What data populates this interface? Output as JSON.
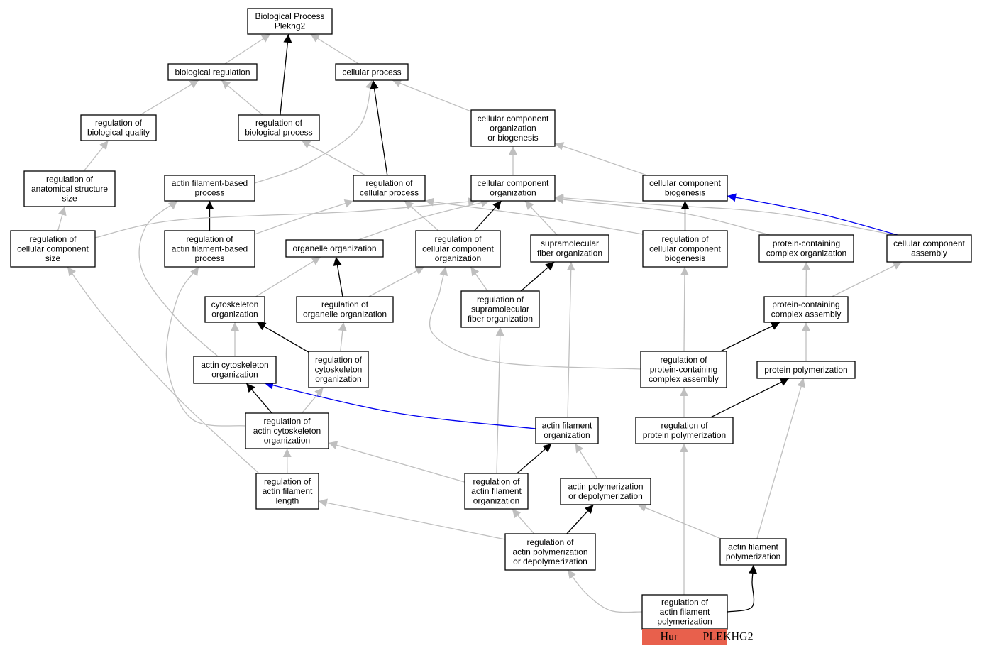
{
  "nodes": [
    {
      "id": "root",
      "lines": [
        "Biological Process",
        "Plekhg2"
      ]
    },
    {
      "id": "biological-regulation",
      "lines": [
        "biological regulation"
      ]
    },
    {
      "id": "cellular-process",
      "lines": [
        "cellular process"
      ]
    },
    {
      "id": "regulation-of-biological-quality",
      "lines": [
        "regulation of",
        "biological quality"
      ]
    },
    {
      "id": "regulation-of-biological-process",
      "lines": [
        "regulation of",
        "biological process"
      ]
    },
    {
      "id": "cellular-component-organization-or-biogenesis",
      "lines": [
        "cellular component",
        "organization",
        "or biogenesis"
      ]
    },
    {
      "id": "regulation-of-anatomical-structure-size",
      "lines": [
        "regulation of",
        "anatomical structure",
        "size"
      ]
    },
    {
      "id": "actin-filament-based-process",
      "lines": [
        "actin filament-based",
        "process"
      ]
    },
    {
      "id": "regulation-of-cellular-process",
      "lines": [
        "regulation of",
        "cellular process"
      ]
    },
    {
      "id": "cellular-component-organization",
      "lines": [
        "cellular component",
        "organization"
      ]
    },
    {
      "id": "cellular-component-biogenesis",
      "lines": [
        "cellular component",
        "biogenesis"
      ]
    },
    {
      "id": "regulation-of-cellular-component-size",
      "lines": [
        "regulation of",
        "cellular component",
        "size"
      ]
    },
    {
      "id": "regulation-of-actin-filament-based-process",
      "lines": [
        "regulation of",
        "actin filament-based",
        "process"
      ]
    },
    {
      "id": "organelle-organization",
      "lines": [
        "organelle organization"
      ]
    },
    {
      "id": "regulation-of-cellular-component-organization",
      "lines": [
        "regulation of",
        "cellular component",
        "organization"
      ]
    },
    {
      "id": "supramolecular-fiber-organization",
      "lines": [
        "supramolecular",
        "fiber organization"
      ]
    },
    {
      "id": "regulation-of-cellular-component-biogenesis",
      "lines": [
        "regulation of",
        "cellular component",
        "biogenesis"
      ]
    },
    {
      "id": "protein-containing-complex-organization",
      "lines": [
        "protein-containing",
        "complex organization"
      ]
    },
    {
      "id": "cellular-component-assembly",
      "lines": [
        "cellular component",
        "assembly"
      ]
    },
    {
      "id": "cytoskeleton-organization",
      "lines": [
        "cytoskeleton",
        "organization"
      ]
    },
    {
      "id": "regulation-of-organelle-organization",
      "lines": [
        "regulation of",
        "organelle organization"
      ]
    },
    {
      "id": "regulation-of-supramolecular-fiber-organization",
      "lines": [
        "regulation of",
        "supramolecular",
        "fiber organization"
      ]
    },
    {
      "id": "protein-containing-complex-assembly",
      "lines": [
        "protein-containing",
        "complex assembly"
      ]
    },
    {
      "id": "actin-cytoskeleton-organization",
      "lines": [
        "actin cytoskeleton",
        "organization"
      ]
    },
    {
      "id": "regulation-of-cytoskeleton-organization",
      "lines": [
        "regulation of",
        "cytoskeleton",
        "organization"
      ]
    },
    {
      "id": "regulation-of-protein-containing-complex-assembly",
      "lines": [
        "regulation of",
        "protein-containing",
        "complex assembly"
      ]
    },
    {
      "id": "protein-polymerization",
      "lines": [
        "protein polymerization"
      ]
    },
    {
      "id": "regulation-of-actin-cytoskeleton-organization",
      "lines": [
        "regulation of",
        "actin cytoskeleton",
        "organization"
      ]
    },
    {
      "id": "actin-filament-organization",
      "lines": [
        "actin filament",
        "organization"
      ]
    },
    {
      "id": "regulation-of-protein-polymerization",
      "lines": [
        "regulation of",
        "protein polymerization"
      ]
    },
    {
      "id": "regulation-of-actin-filament-length",
      "lines": [
        "regulation of",
        "actin filament",
        "length"
      ]
    },
    {
      "id": "regulation-of-actin-filament-organization",
      "lines": [
        "regulation of",
        "actin filament",
        "organization"
      ]
    },
    {
      "id": "actin-polymerization-or-depolymerization",
      "lines": [
        "actin polymerization",
        "or depolymerization"
      ]
    },
    {
      "id": "regulation-of-actin-polymerization-or-depolymerization",
      "lines": [
        "regulation of",
        "actin polymerization",
        "or depolymerization"
      ]
    },
    {
      "id": "actin-filament-polymerization",
      "lines": [
        "actin filament",
        "polymerization"
      ]
    },
    {
      "id": "regulation-of-actin-filament-polymerization",
      "lines": [
        "regulation of",
        "actin filament",
        "polymerization"
      ]
    }
  ],
  "annotation": {
    "node": "regulation-of-actin-filament-polymerization",
    "species": "Human",
    "gene": "PLEKHG2",
    "color": "#e8604c"
  },
  "edge_colors": {
    "is_a": "#bfbfbf",
    "part_of_or_regulates": "#000000",
    "positively_regulates": "#0000ee"
  },
  "edges": [
    {
      "from": "biological-regulation",
      "to": "root",
      "type": "gray"
    },
    {
      "from": "cellular-process",
      "to": "root",
      "type": "gray"
    },
    {
      "from": "regulation-of-biological-process",
      "to": "root",
      "type": "black"
    },
    {
      "from": "regulation-of-biological-quality",
      "to": "biological-regulation",
      "type": "gray"
    },
    {
      "from": "regulation-of-biological-process",
      "to": "biological-regulation",
      "type": "gray"
    },
    {
      "from": "cellular-component-organization-or-biogenesis",
      "to": "cellular-process",
      "type": "gray"
    },
    {
      "from": "actin-filament-based-process",
      "to": "cellular-process",
      "type": "gray"
    },
    {
      "from": "regulation-of-cellular-process",
      "to": "cellular-process",
      "type": "black"
    },
    {
      "from": "regulation-of-anatomical-structure-size",
      "to": "regulation-of-biological-quality",
      "type": "gray"
    },
    {
      "from": "regulation-of-cellular-process",
      "to": "regulation-of-biological-process",
      "type": "gray"
    },
    {
      "from": "cellular-component-organization",
      "to": "cellular-component-organization-or-biogenesis",
      "type": "gray"
    },
    {
      "from": "cellular-component-biogenesis",
      "to": "cellular-component-organization-or-biogenesis",
      "type": "gray"
    },
    {
      "from": "regulation-of-cellular-component-size",
      "to": "regulation-of-anatomical-structure-size",
      "type": "gray"
    },
    {
      "from": "regulation-of-actin-filament-based-process",
      "to": "actin-filament-based-process",
      "type": "black"
    },
    {
      "from": "regulation-of-actin-filament-based-process",
      "to": "regulation-of-cellular-process",
      "type": "gray"
    },
    {
      "from": "regulation-of-cellular-component-organization",
      "to": "regulation-of-cellular-process",
      "type": "gray"
    },
    {
      "from": "regulation-of-cellular-component-biogenesis",
      "to": "regulation-of-cellular-process",
      "type": "gray"
    },
    {
      "from": "regulation-of-cellular-component-size",
      "to": "cellular-component-organization",
      "type": "gray"
    },
    {
      "from": "organelle-organization",
      "to": "cellular-component-organization",
      "type": "gray"
    },
    {
      "from": "regulation-of-cellular-component-organization",
      "to": "cellular-component-organization",
      "type": "black"
    },
    {
      "from": "supramolecular-fiber-organization",
      "to": "cellular-component-organization",
      "type": "gray"
    },
    {
      "from": "protein-containing-complex-organization",
      "to": "cellular-component-organization",
      "type": "gray"
    },
    {
      "from": "cellular-component-assembly",
      "to": "cellular-component-organization",
      "type": "gray"
    },
    {
      "from": "regulation-of-cellular-component-biogenesis",
      "to": "cellular-component-biogenesis",
      "type": "black"
    },
    {
      "from": "cellular-component-assembly",
      "to": "cellular-component-biogenesis",
      "type": "blue"
    },
    {
      "from": "cytoskeleton-organization",
      "to": "organelle-organization",
      "type": "gray"
    },
    {
      "from": "regulation-of-organelle-organization",
      "to": "organelle-organization",
      "type": "black"
    },
    {
      "from": "regulation-of-organelle-organization",
      "to": "regulation-of-cellular-component-organization",
      "type": "gray"
    },
    {
      "from": "regulation-of-supramolecular-fiber-organization",
      "to": "regulation-of-cellular-component-organization",
      "type": "gray"
    },
    {
      "from": "regulation-of-protein-containing-complex-assembly",
      "to": "regulation-of-cellular-component-organization",
      "type": "gray"
    },
    {
      "from": "regulation-of-supramolecular-fiber-organization",
      "to": "supramolecular-fiber-organization",
      "type": "black"
    },
    {
      "from": "actin-filament-organization",
      "to": "supramolecular-fiber-organization",
      "type": "gray"
    },
    {
      "from": "regulation-of-protein-containing-complex-assembly",
      "to": "regulation-of-cellular-component-biogenesis",
      "type": "gray"
    },
    {
      "from": "protein-containing-complex-assembly",
      "to": "protein-containing-complex-organization",
      "type": "gray"
    },
    {
      "from": "protein-containing-complex-assembly",
      "to": "cellular-component-assembly",
      "type": "gray"
    },
    {
      "from": "actin-cytoskeleton-organization",
      "to": "cytoskeleton-organization",
      "type": "gray"
    },
    {
      "from": "regulation-of-cytoskeleton-organization",
      "to": "cytoskeleton-organization",
      "type": "black"
    },
    {
      "from": "actin-cytoskeleton-organization",
      "to": "actin-filament-based-process",
      "type": "gray"
    },
    {
      "from": "regulation-of-cytoskeleton-organization",
      "to": "regulation-of-organelle-organization",
      "type": "gray"
    },
    {
      "from": "regulation-of-actin-filament-organization",
      "to": "regulation-of-supramolecular-fiber-organization",
      "type": "gray"
    },
    {
      "from": "regulation-of-protein-containing-complex-assembly",
      "to": "protein-containing-complex-assembly",
      "type": "black"
    },
    {
      "from": "protein-polymerization",
      "to": "protein-containing-complex-assembly",
      "type": "gray"
    },
    {
      "from": "regulation-of-actin-cytoskeleton-organization",
      "to": "actin-cytoskeleton-organization",
      "type": "black"
    },
    {
      "from": "actin-filament-organization",
      "to": "actin-cytoskeleton-organization",
      "type": "blue"
    },
    {
      "from": "regulation-of-actin-cytoskeleton-organization",
      "to": "regulation-of-cytoskeleton-organization",
      "type": "gray"
    },
    {
      "from": "regulation-of-actin-cytoskeleton-organization",
      "to": "regulation-of-actin-filament-based-process",
      "type": "gray"
    },
    {
      "from": "regulation-of-protein-polymerization",
      "to": "regulation-of-protein-containing-complex-assembly",
      "type": "gray"
    },
    {
      "from": "regulation-of-protein-polymerization",
      "to": "protein-polymerization",
      "type": "black"
    },
    {
      "from": "actin-filament-polymerization",
      "to": "protein-polymerization",
      "type": "gray"
    },
    {
      "from": "regulation-of-actin-filament-length",
      "to": "regulation-of-actin-cytoskeleton-organization",
      "type": "gray"
    },
    {
      "from": "regulation-of-actin-filament-organization",
      "to": "regulation-of-actin-cytoskeleton-organization",
      "type": "gray"
    },
    {
      "from": "regulation-of-actin-filament-length",
      "to": "regulation-of-cellular-component-size",
      "type": "gray"
    },
    {
      "from": "regulation-of-actin-filament-organization",
      "to": "actin-filament-organization",
      "type": "black"
    },
    {
      "from": "actin-polymerization-or-depolymerization",
      "to": "actin-filament-organization",
      "type": "gray"
    },
    {
      "from": "regulation-of-actin-polymerization-or-depolymerization",
      "to": "regulation-of-actin-filament-length",
      "type": "gray"
    },
    {
      "from": "regulation-of-actin-polymerization-or-depolymerization",
      "to": "regulation-of-actin-filament-organization",
      "type": "gray"
    },
    {
      "from": "regulation-of-actin-polymerization-or-depolymerization",
      "to": "actin-polymerization-or-depolymerization",
      "type": "black"
    },
    {
      "from": "actin-filament-polymerization",
      "to": "actin-polymerization-or-depolymerization",
      "type": "gray"
    },
    {
      "from": "regulation-of-actin-filament-polymerization",
      "to": "regulation-of-actin-polymerization-or-depolymerization",
      "type": "gray"
    },
    {
      "from": "regulation-of-actin-filament-polymerization",
      "to": "regulation-of-protein-polymerization",
      "type": "gray"
    },
    {
      "from": "regulation-of-actin-filament-polymerization",
      "to": "actin-filament-polymerization",
      "type": "black"
    }
  ]
}
